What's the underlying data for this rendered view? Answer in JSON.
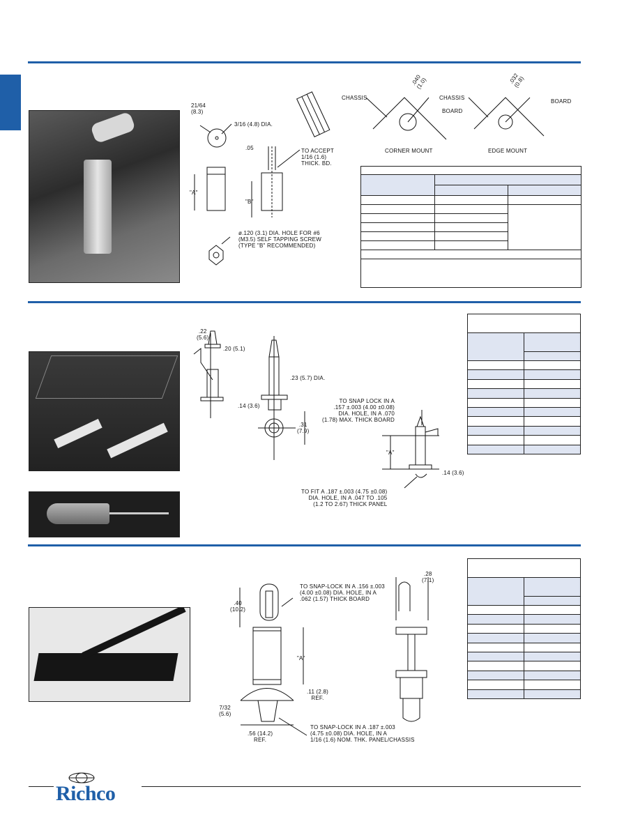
{
  "colors": {
    "accent": "#1f5fa8",
    "table_shade": "#dfe5f2"
  },
  "section1": {
    "dim_2164": "21/64\n(8.3)",
    "dim_316": "3/16 (4.8) DIA.",
    "dim_05": ".05",
    "accept": "TO ACCEPT\n1/16 (1.6)\nTHICK. BD.",
    "a_label": "\"A\"",
    "b_label": "\"B\"",
    "hole_note": "ø.120 (3.1) DIA. HOLE FOR #6\n(M3.5) SELF TAPPING SCREW\n(TYPE \"B\" RECOMMENDED)",
    "chassis": "CHASSIS",
    "board": "BOARD",
    "corner_dim": ".040\n(1.0)",
    "edge_dim": ".032\n(0.8)",
    "corner_mount": "CORNER MOUNT",
    "edge_mount": "EDGE MOUNT"
  },
  "section2": {
    "dim_22": ".22\n(5.6)",
    "dim_20": ".20 (5.1)",
    "dim_23": ".23 (5.7) DIA.",
    "dim_14": ".14 (3.6)",
    "dim_31": ".31\n(7.9)",
    "snap_note": "TO SNAP LOCK IN A\n.157 ±.003 (4.00 ±0.08)\nDIA. HOLE, IN A .070\n(1.78) MAX. THICK BOARD",
    "fit_note": "TO FIT A .187 ±.003 (4.75 ±0.08)\nDIA. HOLE, IN A .047 TO .105\n(1.2 TO 2.67) THICK PANEL",
    "a_label": "\"A\"",
    "dim_14b": ".14 (3.6)"
  },
  "section3": {
    "dim_40": ".40\n(10.2)",
    "snap_note": "TO SNAP-LOCK IN A .156 ±.003\n(4.00 ±0.08) DIA. HOLE, IN A\n.062 (1.57) THICK BOARD",
    "dim_28": ".28\n(7.1)",
    "a_label": "\"A\"",
    "dim_11": ".11 (2.8)\nREF.",
    "dim_732": "7/32\n(5.6)",
    "dim_56": ".56 (14.2)\nREF.",
    "panel_note": "TO SNAP-LOCK IN A .187 ±.003\n(4.75 ±0.08) DIA. HOLE, IN A\n1/16 (1.6) NOM. THK. PANEL/CHASSIS"
  },
  "footer": {
    "logo": "Richco"
  }
}
